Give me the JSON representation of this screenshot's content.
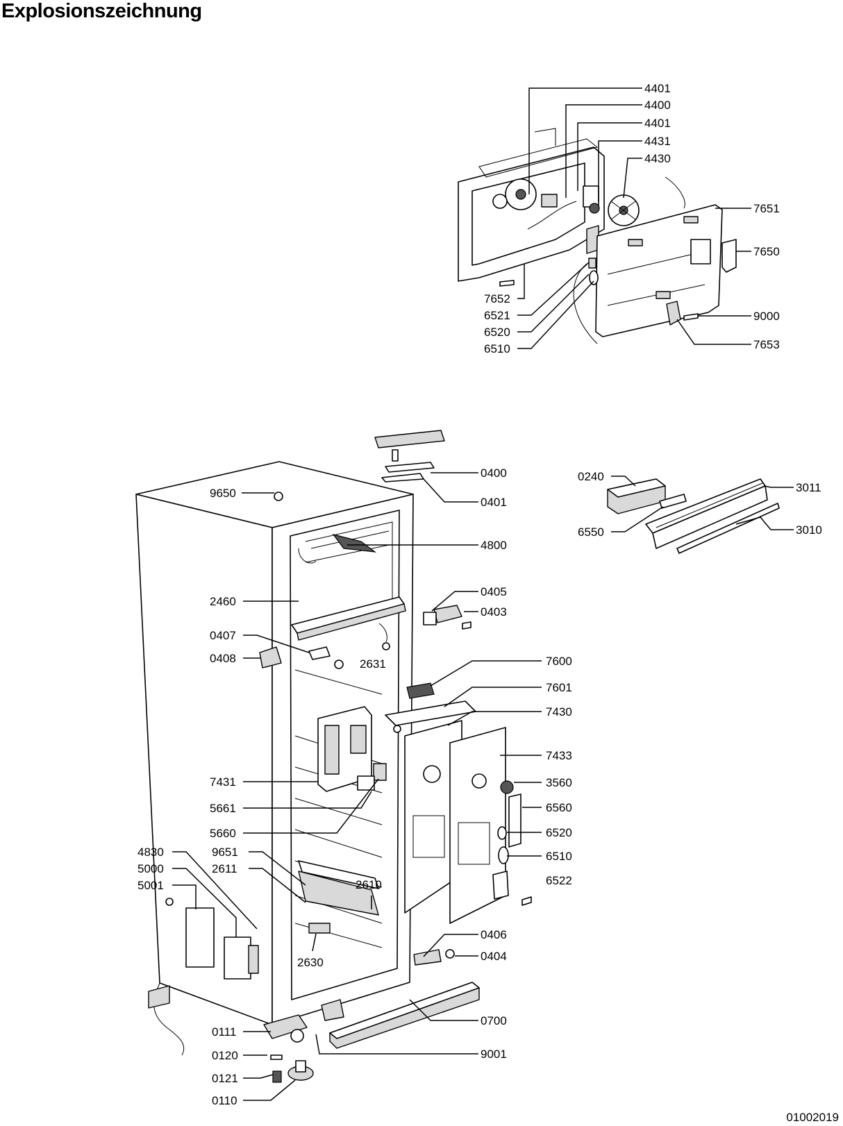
{
  "title": "Explosionszeichnung",
  "document_number": "01002019",
  "labels": [
    "4401",
    "4400",
    "4401",
    "4431",
    "4430",
    "7651",
    "7650",
    "9000",
    "7653",
    "7652",
    "6521",
    "6520",
    "6510",
    "0400",
    "0401",
    "9650",
    "4800",
    "2460",
    "0405",
    "0403",
    "0407",
    "0408",
    "2631",
    "7600",
    "7601",
    "7430",
    "7433",
    "7431",
    "3560",
    "5661",
    "6560",
    "5660",
    "6520",
    "6510",
    "4830",
    "9651",
    "5000",
    "2611",
    "2610",
    "6522",
    "5001",
    "0406",
    "0404",
    "2630",
    "0700",
    "0111",
    "9001",
    "0120",
    "0121",
    "0110",
    "0240",
    "3011",
    "6550",
    "3010"
  ]
}
